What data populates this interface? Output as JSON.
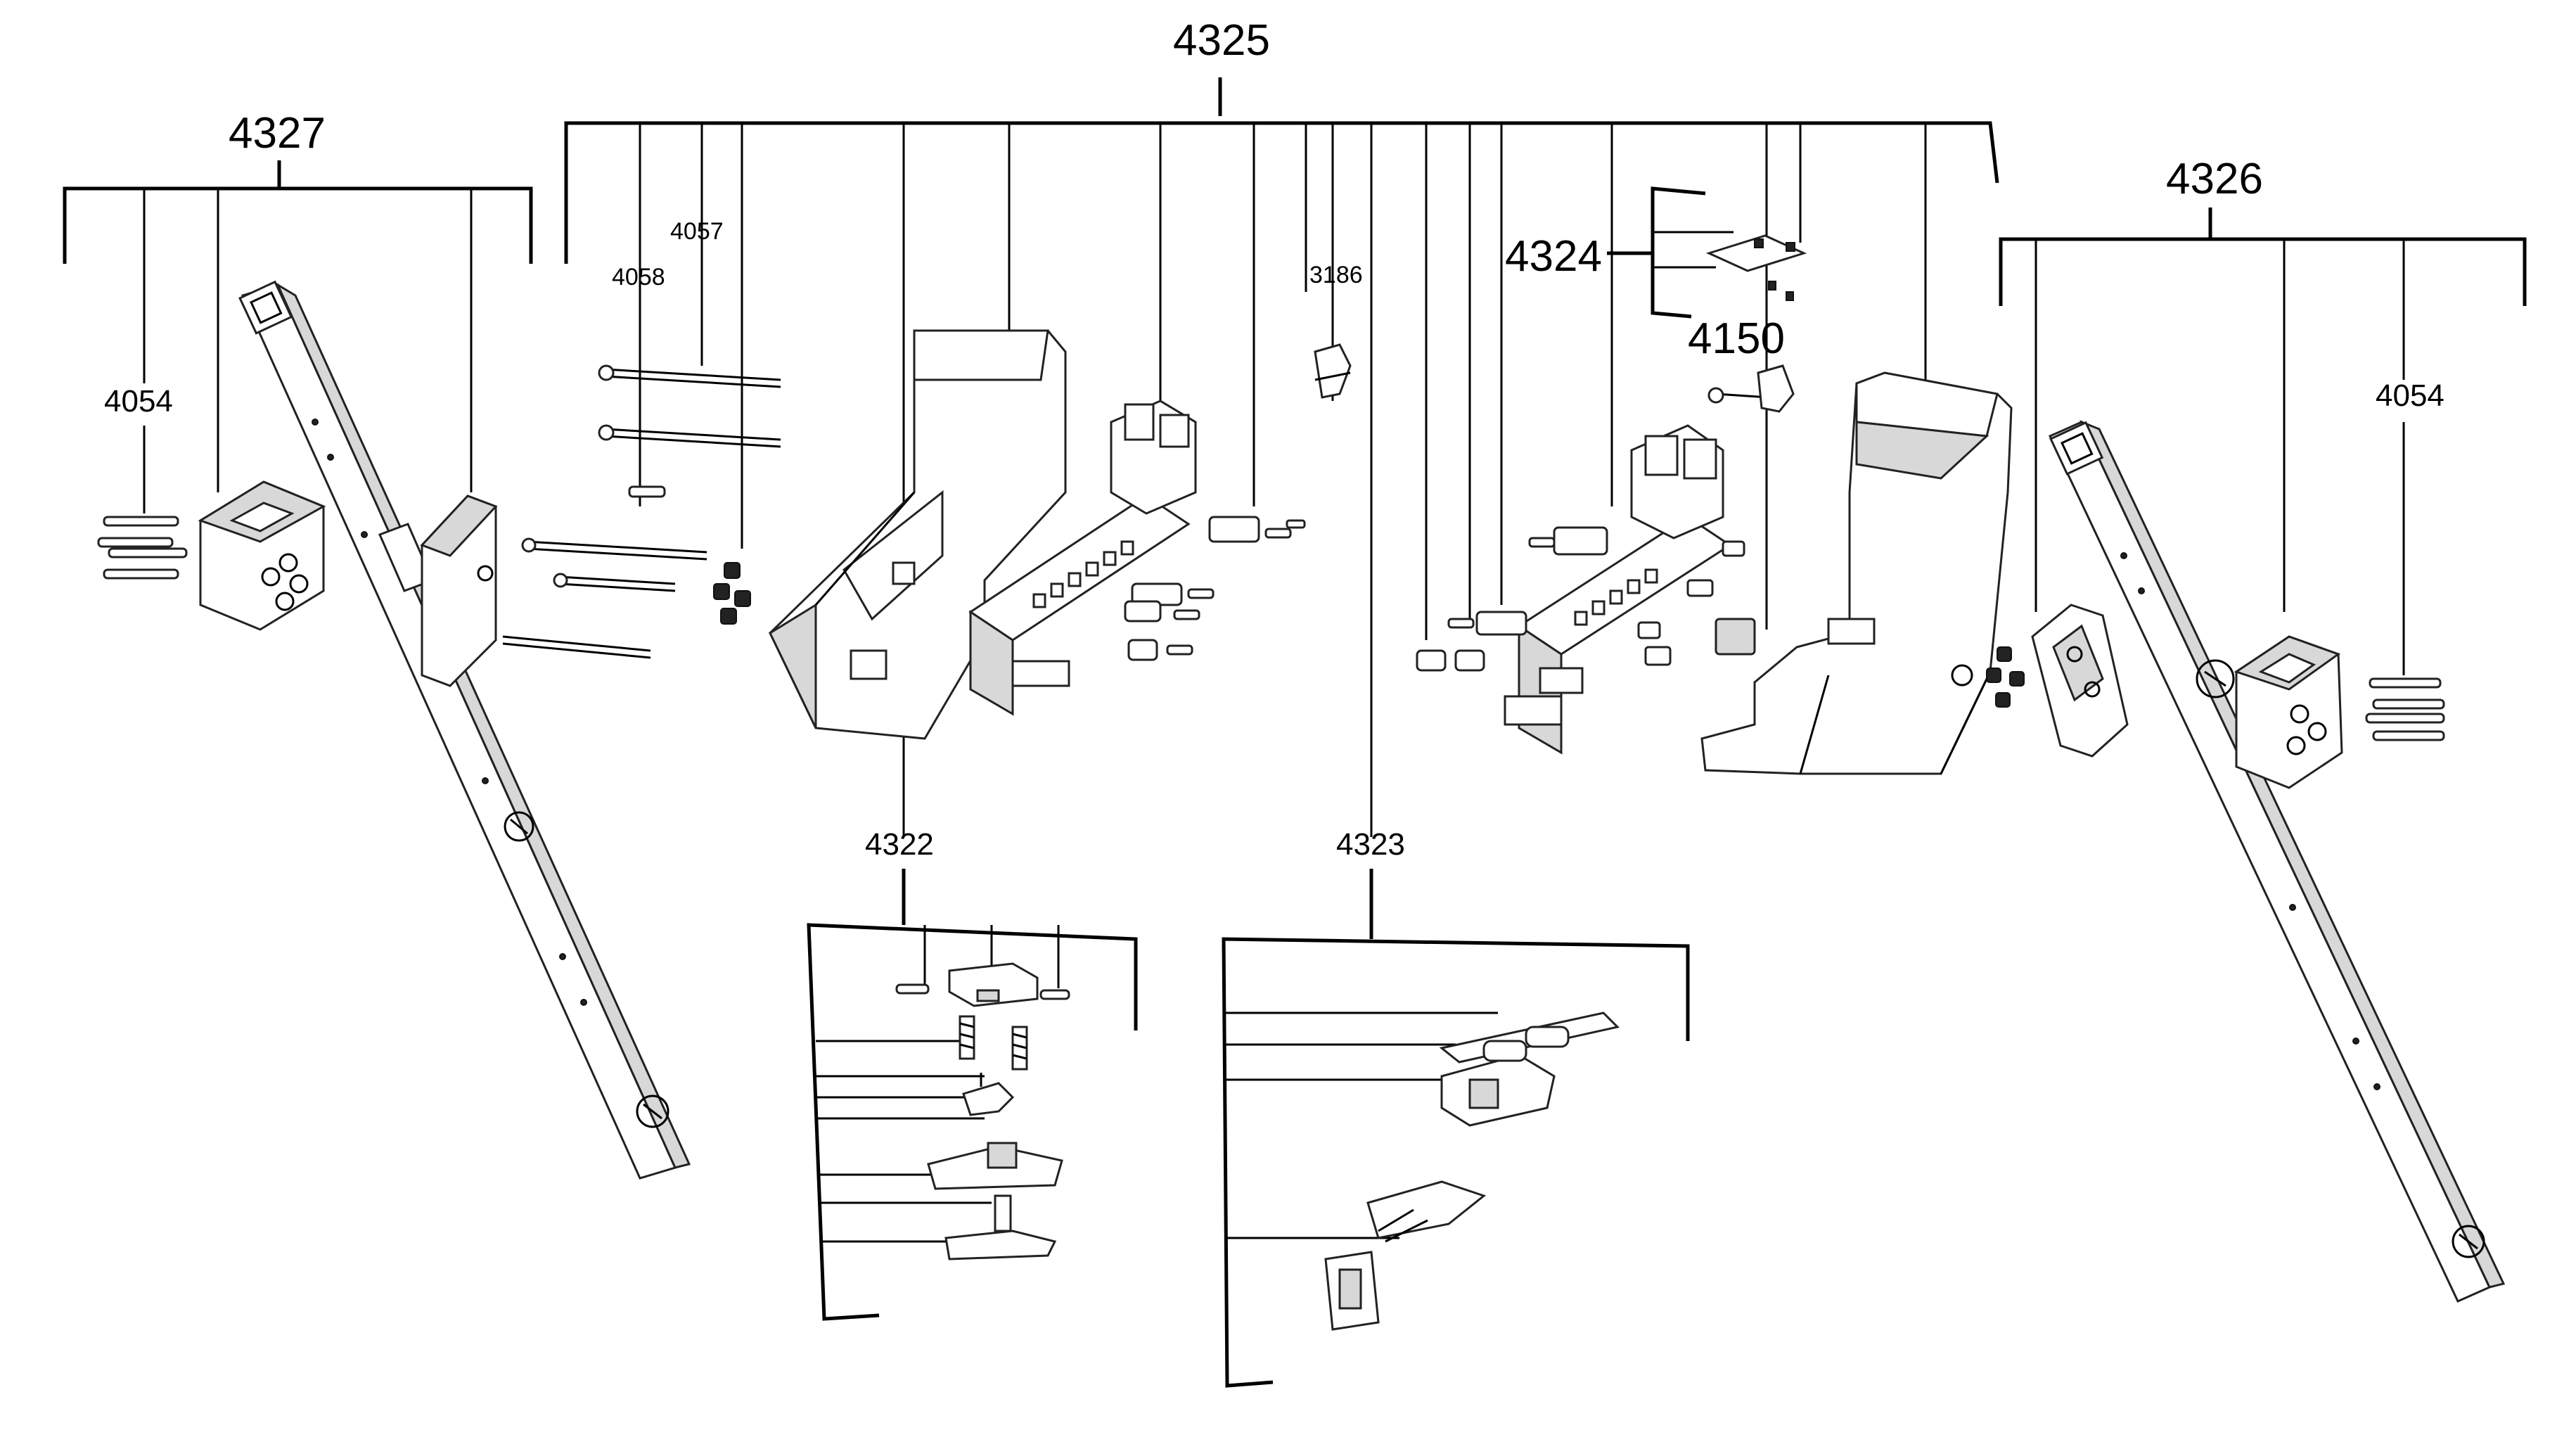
{
  "labels": {
    "l4325": "4325",
    "l4327": "4327",
    "l4326": "4326",
    "l4324": "4324",
    "l4150": "4150",
    "l4054_left": "4054",
    "l4054_right": "4054",
    "l4057": "4057",
    "l4058": "4058",
    "l3186": "3186",
    "l4322": "4322",
    "l4323": "4323"
  }
}
